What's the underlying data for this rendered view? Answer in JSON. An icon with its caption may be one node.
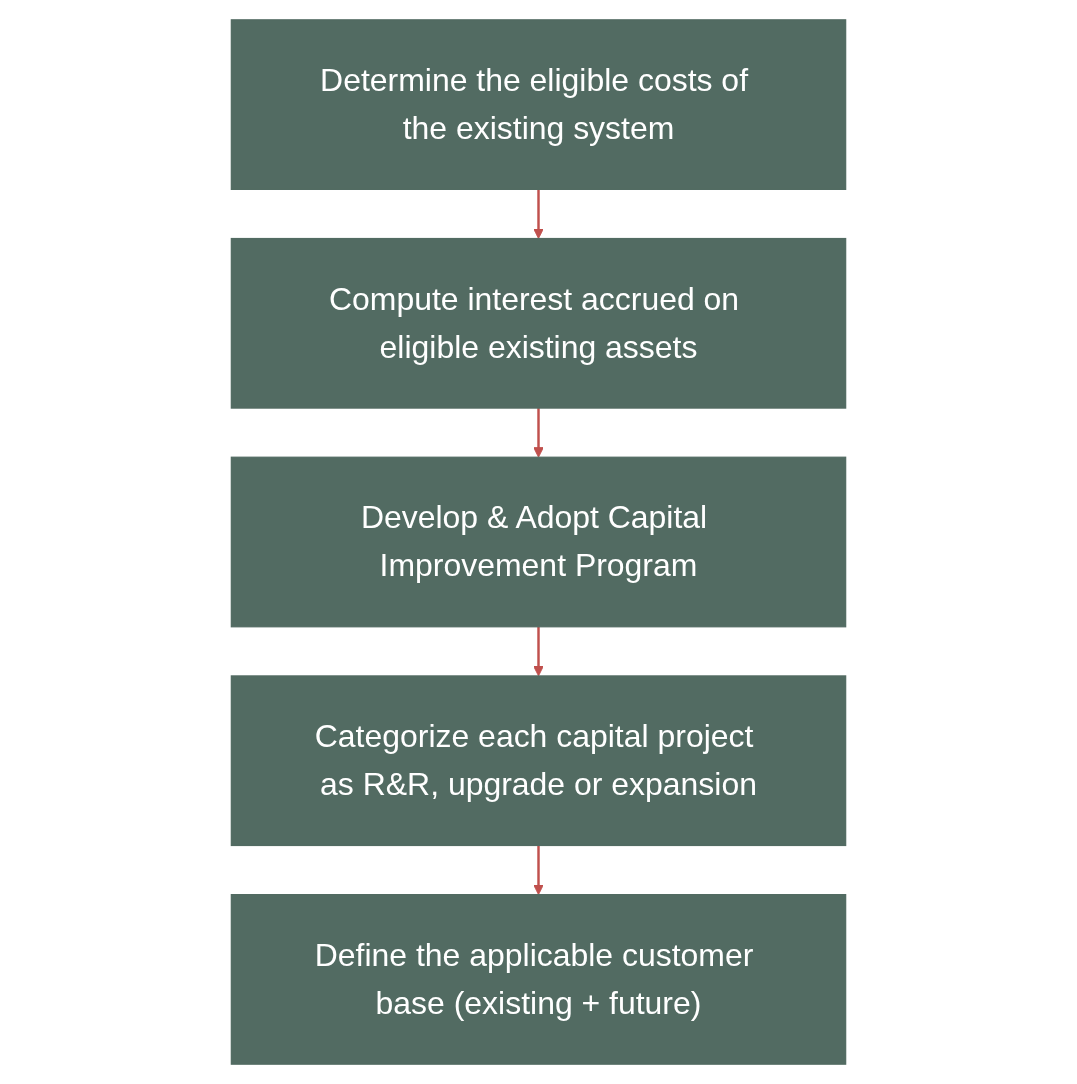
{
  "diagram": {
    "nodes": [
      {
        "text": [
          "Determine the eligible costs of the existing system"
        ]
      },
      {
        "text": [
          "Compute interest accrued on eligible existing assets"
        ]
      },
      {
        "text": [
          "Develop & Adopt Capital Improvement Program"
        ]
      },
      {
        "text": [
          "Categorize each capital project as R&R, upgrade or expansion"
        ]
      },
      {
        "text": [
          "Define the applicable customer base (existing + future)"
        ]
      }
    ],
    "edges": [
      {
        "from": 0,
        "to": 1,
        "arrow": "to"
      },
      {
        "from": 1,
        "to": 2,
        "arrow": "to"
      },
      {
        "from": 2,
        "to": 3,
        "arrow": "to"
      },
      {
        "from": 3,
        "to": 4,
        "arrow": "to"
      }
    ]
  }
}
